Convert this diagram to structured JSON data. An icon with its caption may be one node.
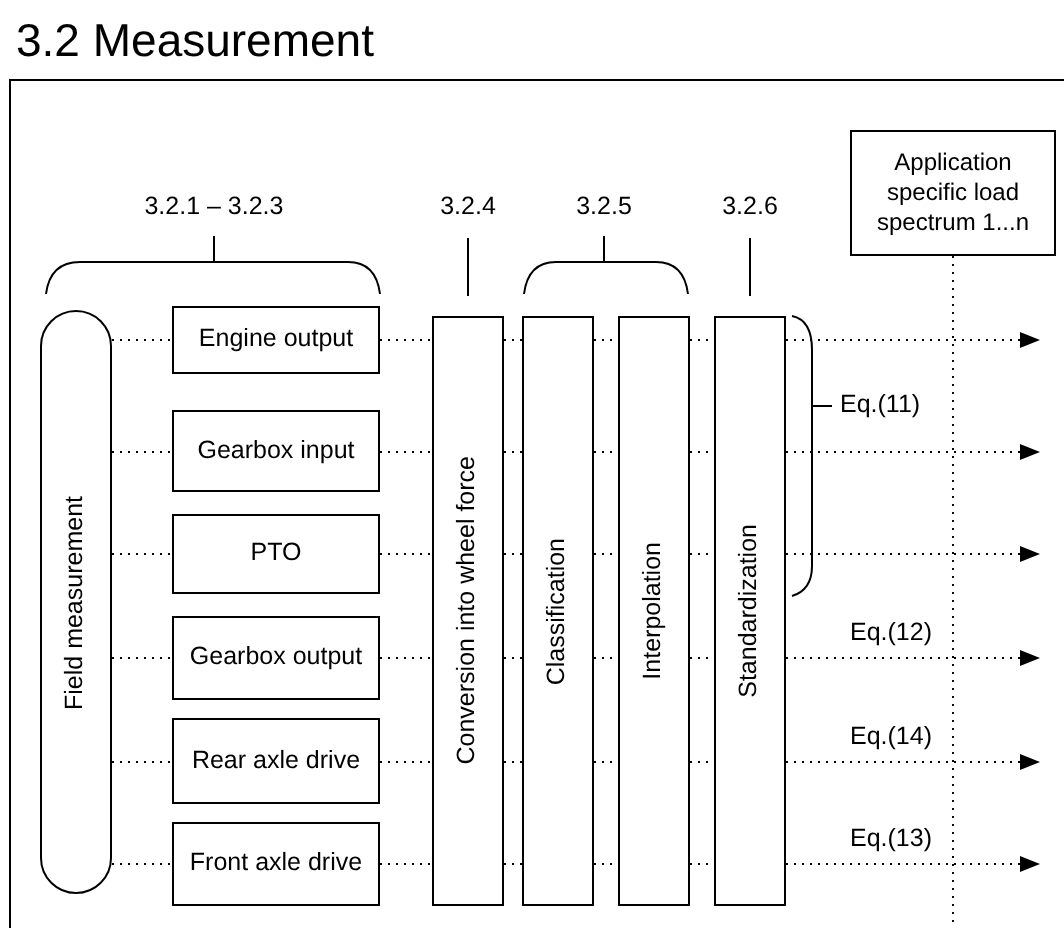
{
  "diagram": {
    "title": "3.2 Measurement",
    "nodes": [
      {
        "text": [
          "Field measurement"
        ]
      },
      {
        "text": [
          "Engine output"
        ]
      },
      {
        "text": [
          "Gearbox input"
        ]
      },
      {
        "text": [
          "PTO"
        ]
      },
      {
        "text": [
          "Gearbox output"
        ]
      },
      {
        "text": [
          "Rear axle drive"
        ]
      },
      {
        "text": [
          "Front axle drive"
        ]
      },
      {
        "text": [
          "Conversion into wheel force"
        ]
      },
      {
        "text": [
          "Classification"
        ]
      },
      {
        "text": [
          "Interpolation"
        ]
      },
      {
        "text": [
          "Standardization"
        ]
      },
      {
        "text": [
          "Application specific load spectrum 1...n"
        ]
      }
    ],
    "edges": [
      {
        "from": 0,
        "to": 1,
        "arrow": "none"
      },
      {
        "from": 1,
        "to": 7,
        "arrow": "none"
      },
      {
        "from": 7,
        "to": 8,
        "arrow": "none"
      },
      {
        "from": 8,
        "to": 9,
        "arrow": "none"
      },
      {
        "from": 9,
        "to": 10,
        "arrow": "none"
      },
      {
        "from": 10,
        "to": null,
        "arrow": "to"
      },
      {
        "from": 0,
        "to": 2,
        "arrow": "none"
      },
      {
        "from": 2,
        "to": 7,
        "arrow": "none"
      },
      {
        "from": 7,
        "to": 8,
        "arrow": "none"
      },
      {
        "from": 8,
        "to": 9,
        "arrow": "none"
      },
      {
        "from": 9,
        "to": 10,
        "arrow": "none"
      },
      {
        "from": 10,
        "to": null,
        "arrow": "to"
      },
      {
        "from": 0,
        "to": 3,
        "arrow": "none"
      },
      {
        "from": 3,
        "to": 7,
        "arrow": "none"
      },
      {
        "from": 7,
        "to": 8,
        "arrow": "none"
      },
      {
        "from": 8,
        "to": 9,
        "arrow": "none"
      },
      {
        "from": 9,
        "to": 10,
        "arrow": "none"
      },
      {
        "from": 10,
        "to": null,
        "arrow": "to"
      },
      {
        "from": 0,
        "to": 4,
        "arrow": "none"
      },
      {
        "from": 4,
        "to": 7,
        "arrow": "none"
      },
      {
        "from": 7,
        "to": 8,
        "arrow": "none"
      },
      {
        "from": 8,
        "to": 9,
        "arrow": "none"
      },
      {
        "from": 9,
        "to": 10,
        "arrow": "none"
      },
      {
        "from": 10,
        "to": null,
        "arrow": "to",
        "label": "Eq.(12)"
      },
      {
        "from": 0,
        "to": 5,
        "arrow": "none"
      },
      {
        "from": 5,
        "to": 7,
        "arrow": "none"
      },
      {
        "from": 7,
        "to": 8,
        "arrow": "none"
      },
      {
        "from": 8,
        "to": 9,
        "arrow": "none"
      },
      {
        "from": 9,
        "to": 10,
        "arrow": "none"
      },
      {
        "from": 10,
        "to": null,
        "arrow": "to",
        "label": "Eq.(14)"
      },
      {
        "from": 0,
        "to": 6,
        "arrow": "none"
      },
      {
        "from": 6,
        "to": 7,
        "arrow": "none"
      },
      {
        "from": 7,
        "to": 8,
        "arrow": "none"
      },
      {
        "from": 8,
        "to": 9,
        "arrow": "none"
      },
      {
        "from": 9,
        "to": 10,
        "arrow": "none"
      },
      {
        "from": 10,
        "to": null,
        "arrow": "to",
        "label": "Eq.(13)"
      },
      {
        "from": 11,
        "to": null,
        "arrow": "none"
      }
    ],
    "labels": [
      "3.2.1 – 3.2.3",
      "3.2.4",
      "3.2.5",
      "3.2.6",
      "Eq.(11)"
    ]
  }
}
